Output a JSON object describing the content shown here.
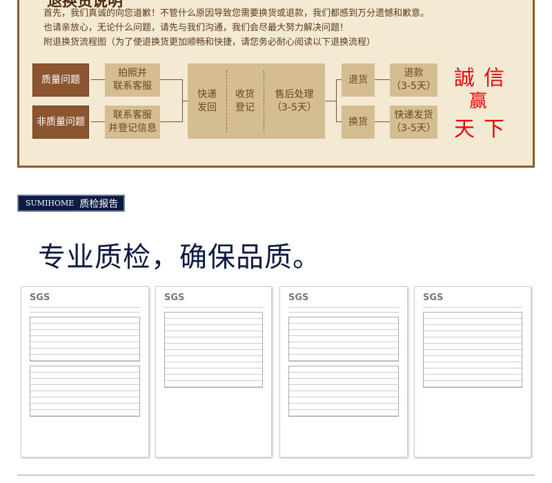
{
  "policy": {
    "title": "退换货说明",
    "intro": [
      "首先，我们真诚的向您道歉！不管什么原因导致您需要换货或退款，我们都感到万分遗憾和歉意。",
      "也请亲放心，无论什么问题，请先与我们沟通，我们会尽最大努力解决问题！",
      "附退换货流程图（为了使退换货更加顺畅和快捷，请您务必耐心阅读以下退换流程）"
    ],
    "flow": {
      "quality": "质量问题",
      "non_quality": "非质量问题",
      "photo": [
        "拍照并",
        "联系客服"
      ],
      "contact": [
        "联系客服",
        "并登记信息"
      ],
      "express": [
        "快递",
        "发回"
      ],
      "receive": [
        "收货",
        "登记"
      ],
      "after": [
        "售后处理",
        "（3-5天）"
      ],
      "return": "退货",
      "refund": [
        "退款",
        "（3-5天）"
      ],
      "exchange": "换货",
      "ship": [
        "快递发货",
        "（3-5天）"
      ]
    },
    "slogan": [
      "誠",
      "信",
      "赢",
      "天",
      "下"
    ]
  },
  "section": {
    "brand": "SUMIHOME",
    "title": "质检报告"
  },
  "headline": "专业质检，确保品质。",
  "reports": [
    {
      "logo": "SGS"
    },
    {
      "logo": "SGS"
    },
    {
      "logo": "SGS"
    },
    {
      "logo": "SGS"
    }
  ]
}
